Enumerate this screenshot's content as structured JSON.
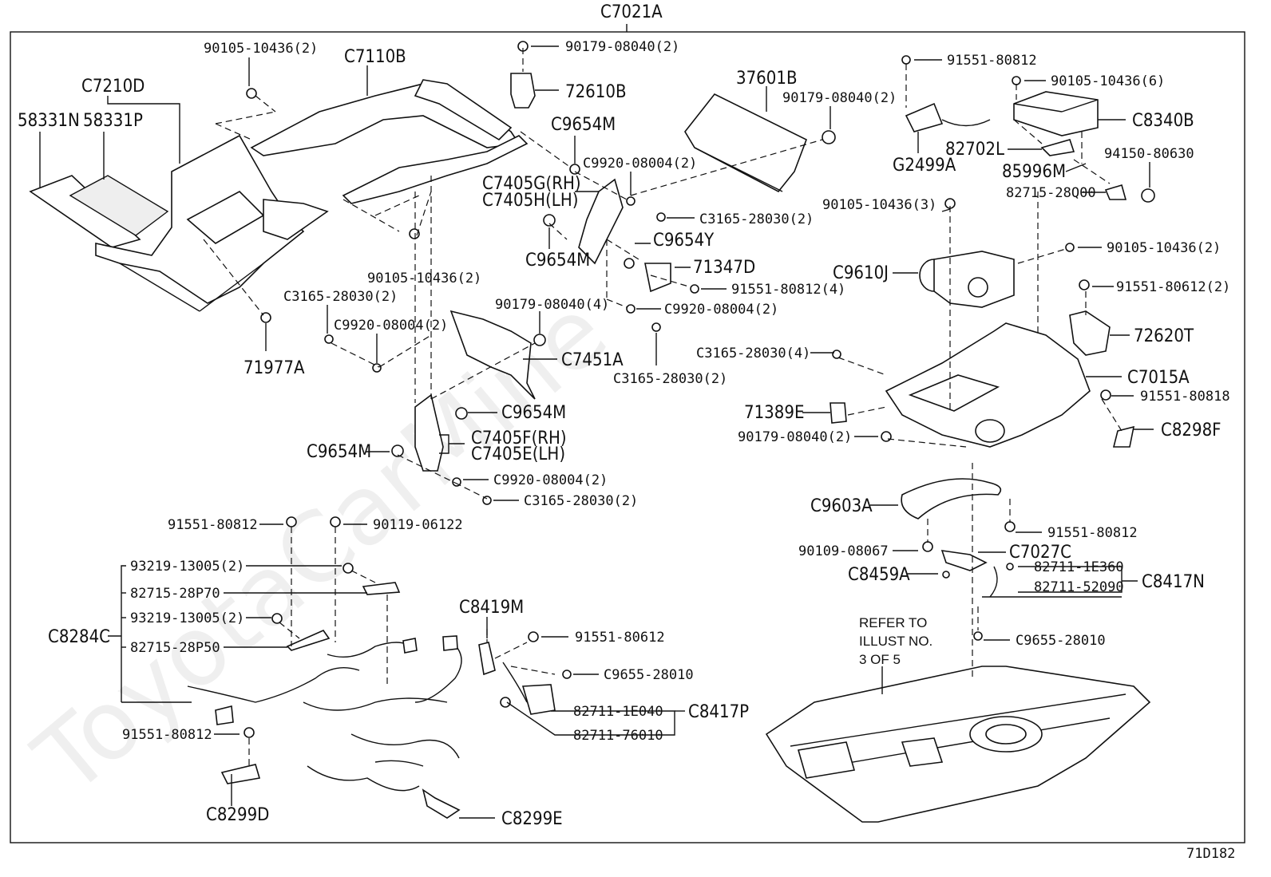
{
  "title": "C7021A",
  "footer_code": "71D182",
  "watermark": "ToyotaCarMine",
  "refer_note": [
    "REFER TO",
    "ILLUST NO.",
    "3 OF 5"
  ],
  "labels": {
    "l1": "90105-10436(2)",
    "l2": "C7110B",
    "l3": "90179-08040(2)",
    "l4": "72610B",
    "l5": "C7210D",
    "l6": "58331N",
    "l7": "58331P",
    "l8": "C9654M",
    "l9": "37601B",
    "l10": "90179-08040(2)",
    "l11": "91551-80812",
    "l12": "90105-10436(6)",
    "l13": "C8340B",
    "l14": "G2499A",
    "l15": "82702L",
    "l16": "94150-80630",
    "l17": "85996M",
    "l18": "82715-28Q00",
    "l19": "C9920-08004(2)",
    "l20": "C7405G(RH)",
    "l21": "C7405H(LH)",
    "l22": "C3165-28030(2)",
    "l23": "90105-10436(3)",
    "l24": "C9654Y",
    "l25": "90105-10436(2)",
    "l26": "C9654M",
    "l27": "71347D",
    "l28": "C9610J",
    "l29": "91551-80812(4)",
    "l30": "90105-10436(2)",
    "l31": "91551-80612(2)",
    "l32": "C3165-28030(2)",
    "l33": "C9920-08004(2)",
    "l34": "90179-08040(4)",
    "l35": "C9920-08004(2)",
    "l36": "72620T",
    "l37": "C3165-28030(4)",
    "l38": "C7451A",
    "l39": "71977A",
    "l40": "C3165-28030(2)",
    "l41": "C7015A",
    "l42": "91551-80818",
    "l43": "71389E",
    "l44": "C9654M",
    "l45": "C8298F",
    "l46": "90179-08040(2)",
    "l47": "C7405F(RH)",
    "l48": "C7405E(LH)",
    "l49": "C9654M",
    "l50": "C9920-08004(2)",
    "l51": "C3165-28030(2)",
    "l52": "C9603A",
    "l53": "91551-80812",
    "l54": "90119-06122",
    "l55": "91551-80812",
    "l56": "90109-08067",
    "l57": "C7027C",
    "l58": "93219-13005(2)",
    "l59": "C8459A",
    "l60": "82711-1E360",
    "l61": "C8417N",
    "l62": "82715-28P70",
    "l63": "82711-52090",
    "l64": "C8419M",
    "l65": "93219-13005(2)",
    "l66": "C8284C",
    "l67": "91551-80612",
    "l68": "C9655-28010",
    "l69": "82715-28P50",
    "l70": "C9655-28010",
    "l71": "82711-1E040",
    "l72": "C8417P",
    "l73": "82711-76010",
    "l74": "91551-80812",
    "l75": "C8299D",
    "l76": "C8299E"
  }
}
